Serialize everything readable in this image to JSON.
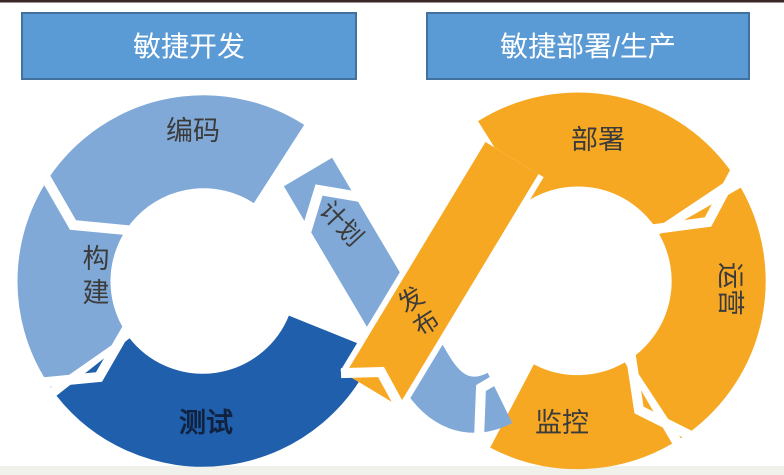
{
  "headers": {
    "left": "敏捷开发",
    "right": "敏捷部署/生产"
  },
  "labels": {
    "code": "编码",
    "build": "构建",
    "test": "测试",
    "plan": "计划",
    "release": "发布",
    "deploy": "部署",
    "operate": "运营",
    "monitor": "监控"
  },
  "colors": {
    "light_blue": "#81A9D8",
    "dark_blue": "#1F5FAC",
    "orange": "#F7A823",
    "header_fill": "#5B9BD5",
    "header_border": "#41719C",
    "header_text": "#FFFFFF",
    "label_text": "#3B3B3B",
    "test_text": "#112240",
    "top_line": "#3A2625",
    "bottom_strip": "#F1F1EC"
  }
}
